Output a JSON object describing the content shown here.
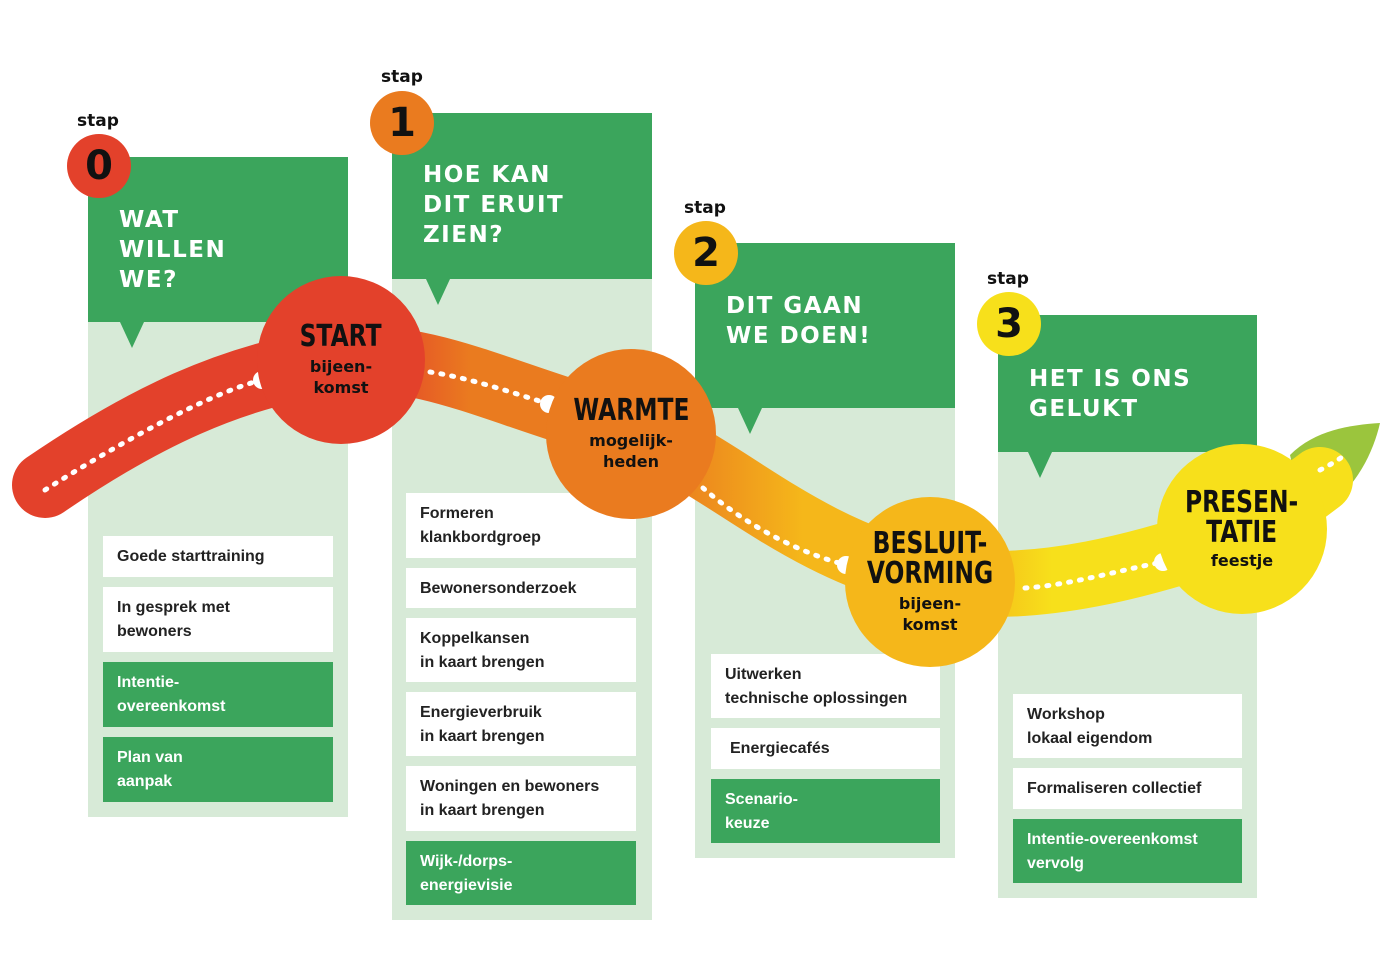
{
  "steps": [
    {
      "stap": "stap",
      "number": "0",
      "badge_color": "#e3412b",
      "title": "WAT\nWILLEN\nWE?",
      "items": [
        {
          "text": "Goede starttraining",
          "style": "white"
        },
        {
          "text": "In gesprek met\nbewoners",
          "style": "white"
        },
        {
          "text": "Intentie-\novereenkomst",
          "style": "green"
        },
        {
          "text": "Plan van\naanpak",
          "style": "green"
        }
      ]
    },
    {
      "stap": "stap",
      "number": "1",
      "badge_color": "#ea7b1f",
      "title": "HOE KAN\nDIT ERUIT\nZIEN?",
      "items": [
        {
          "text": "Formeren\nklankbordgroep",
          "style": "white"
        },
        {
          "text": "Bewonersonderzoek",
          "style": "white"
        },
        {
          "text": "Koppelkansen\nin kaart brengen",
          "style": "white"
        },
        {
          "text": "Energieverbruik\nin kaart brengen",
          "style": "white"
        },
        {
          "text": "Woningen en bewoners\nin kaart brengen",
          "style": "white"
        },
        {
          "text": "Wijk-/dorps-\nenergievisie",
          "style": "green"
        }
      ]
    },
    {
      "stap": "stap",
      "number": "2",
      "badge_color": "#f5b71a",
      "title": "DIT GAAN\nWE DOEN!",
      "items": [
        {
          "text": "Uitwerken\ntechnische oplossingen",
          "style": "white"
        },
        {
          "text": "Energiecafés",
          "style": "white"
        },
        {
          "text": "Scenario-\nkeuze",
          "style": "green"
        }
      ]
    },
    {
      "stap": "stap",
      "number": "3",
      "badge_color": "#f7e01b",
      "title": "HET IS ONS\nGELUKT",
      "items": [
        {
          "text": "Workshop\nlokaal eigendom",
          "style": "white"
        },
        {
          "text": "Formaliseren collectief",
          "style": "white"
        },
        {
          "text": "Intentie-overeenkomst\nvervolg",
          "style": "green"
        }
      ]
    }
  ],
  "milestones": [
    {
      "big": "START",
      "small": "bijeen-\nkomst",
      "color": "#e3412b"
    },
    {
      "big": "WARMTE",
      "small": "mogelijk-\nheden",
      "color": "#ea7b1f"
    },
    {
      "big": "BESLUIT-\nVORMING",
      "small": "bijeen-\nkomst",
      "color": "#f5b71a"
    },
    {
      "big": "PRESEN-\nTATIE",
      "small": "feestje",
      "color": "#f7e01b"
    }
  ],
  "colors": {
    "column_bg": "#d7ead7",
    "header_green": "#3ba55c",
    "road_red": "#e3412b",
    "road_orange": "#ea7b1f",
    "road_yellow": "#f5b71a",
    "road_light_yellow": "#f7e01b",
    "leaf_green": "#9bc53d"
  }
}
